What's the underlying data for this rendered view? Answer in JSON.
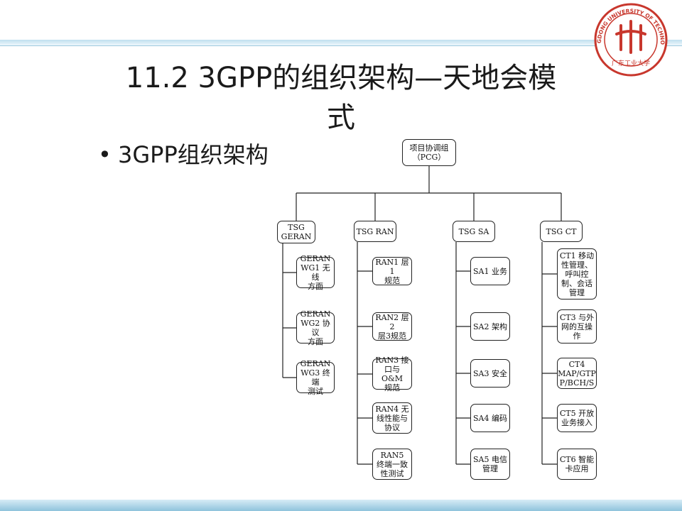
{
  "title": {
    "line1": "11.2  3GPP的组织架构—天地会模",
    "line2": "式"
  },
  "bullet": {
    "text": "3GPP组织架构"
  },
  "logo": {
    "ring_text": "GUANGDONG UNIVERSITY OF TECHNOLOGY",
    "signature": "广东工业大学",
    "color": "#c8372d"
  },
  "org": {
    "root": "项目协调组\n（PCG）",
    "groups": [
      {
        "label": "TSG\nGERAN",
        "children": [
          "GERAN\nWG1 无线\n方面",
          "GERAN\nWG2 协议\n方面",
          "GERAN\nWG3 终端\n测试"
        ]
      },
      {
        "label": "TSG RAN",
        "children": [
          "RAN1 层1\n规范",
          "RAN2 层2\n层3规范",
          "RAN3 接\n口与O&M\n规范",
          "RAN4 无\n线性能与\n协议",
          "RAN5\n终端一致\n性测试"
        ]
      },
      {
        "label": "TSG SA",
        "children": [
          "SA1 业务",
          "SA2 架构",
          "SA3 安全",
          "SA4 编码",
          "SA5 电信\n管理"
        ]
      },
      {
        "label": "TSG CT",
        "children": [
          "CT1 移动\n性管理、\n呼叫控\n制、会话\n管理",
          "CT3 与外\n网的互操\n作",
          "CT4\nMAP/GTP\nP/BCH/S",
          "CT5 开放\n业务接入",
          "CT6 智能\n卡应用"
        ]
      }
    ]
  }
}
